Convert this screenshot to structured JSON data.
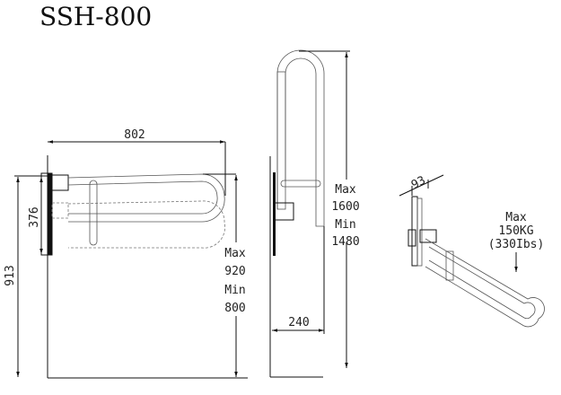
{
  "title": "SSH-800",
  "front_view": {
    "width_label": "802",
    "bracket_label": "376",
    "height_label": "913",
    "range_max_label": "Max",
    "range_max_value": "920",
    "range_min_label": "Min",
    "range_min_value": "800"
  },
  "side_view": {
    "range_max_label": "Max",
    "range_max_value": "1600",
    "range_min_label": "Min",
    "range_min_value": "1480",
    "depth_label": "240"
  },
  "iso_view": {
    "plate_label": "93",
    "load_label": "Max",
    "load_value": "150KG",
    "load_imperial": "(330Ibs)"
  }
}
